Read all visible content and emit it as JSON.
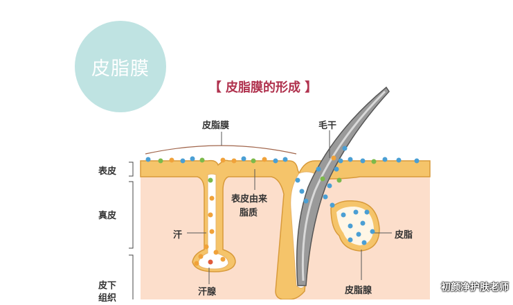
{
  "badge": {
    "text": "皮脂膜"
  },
  "title": "【 皮脂膜的形成 】",
  "labels": {
    "sebum_film": "皮脂膜",
    "hair_shaft": "毛干",
    "epidermis": "表皮",
    "dermis": "真皮",
    "subcutaneous": "皮下组织",
    "epidermal_lipid_line1": "表皮由来",
    "epidermal_lipid_line2": "脂质",
    "sweat": "汗",
    "sweat_gland": "汗腺",
    "sebum": "皮脂",
    "sebaceous_gland": "皮脂腺"
  },
  "watermark": "初颜净护肤老师",
  "colors": {
    "badge": "#bfe3e2",
    "title": "#b0324e",
    "epidermis": "#f5c46a",
    "dermis": "#fde6d2",
    "hair": "#8c8c8c",
    "dot_blue": "#4a9fd4",
    "dot_green": "#7cb94a",
    "dot_orange": "#f0a23a"
  }
}
